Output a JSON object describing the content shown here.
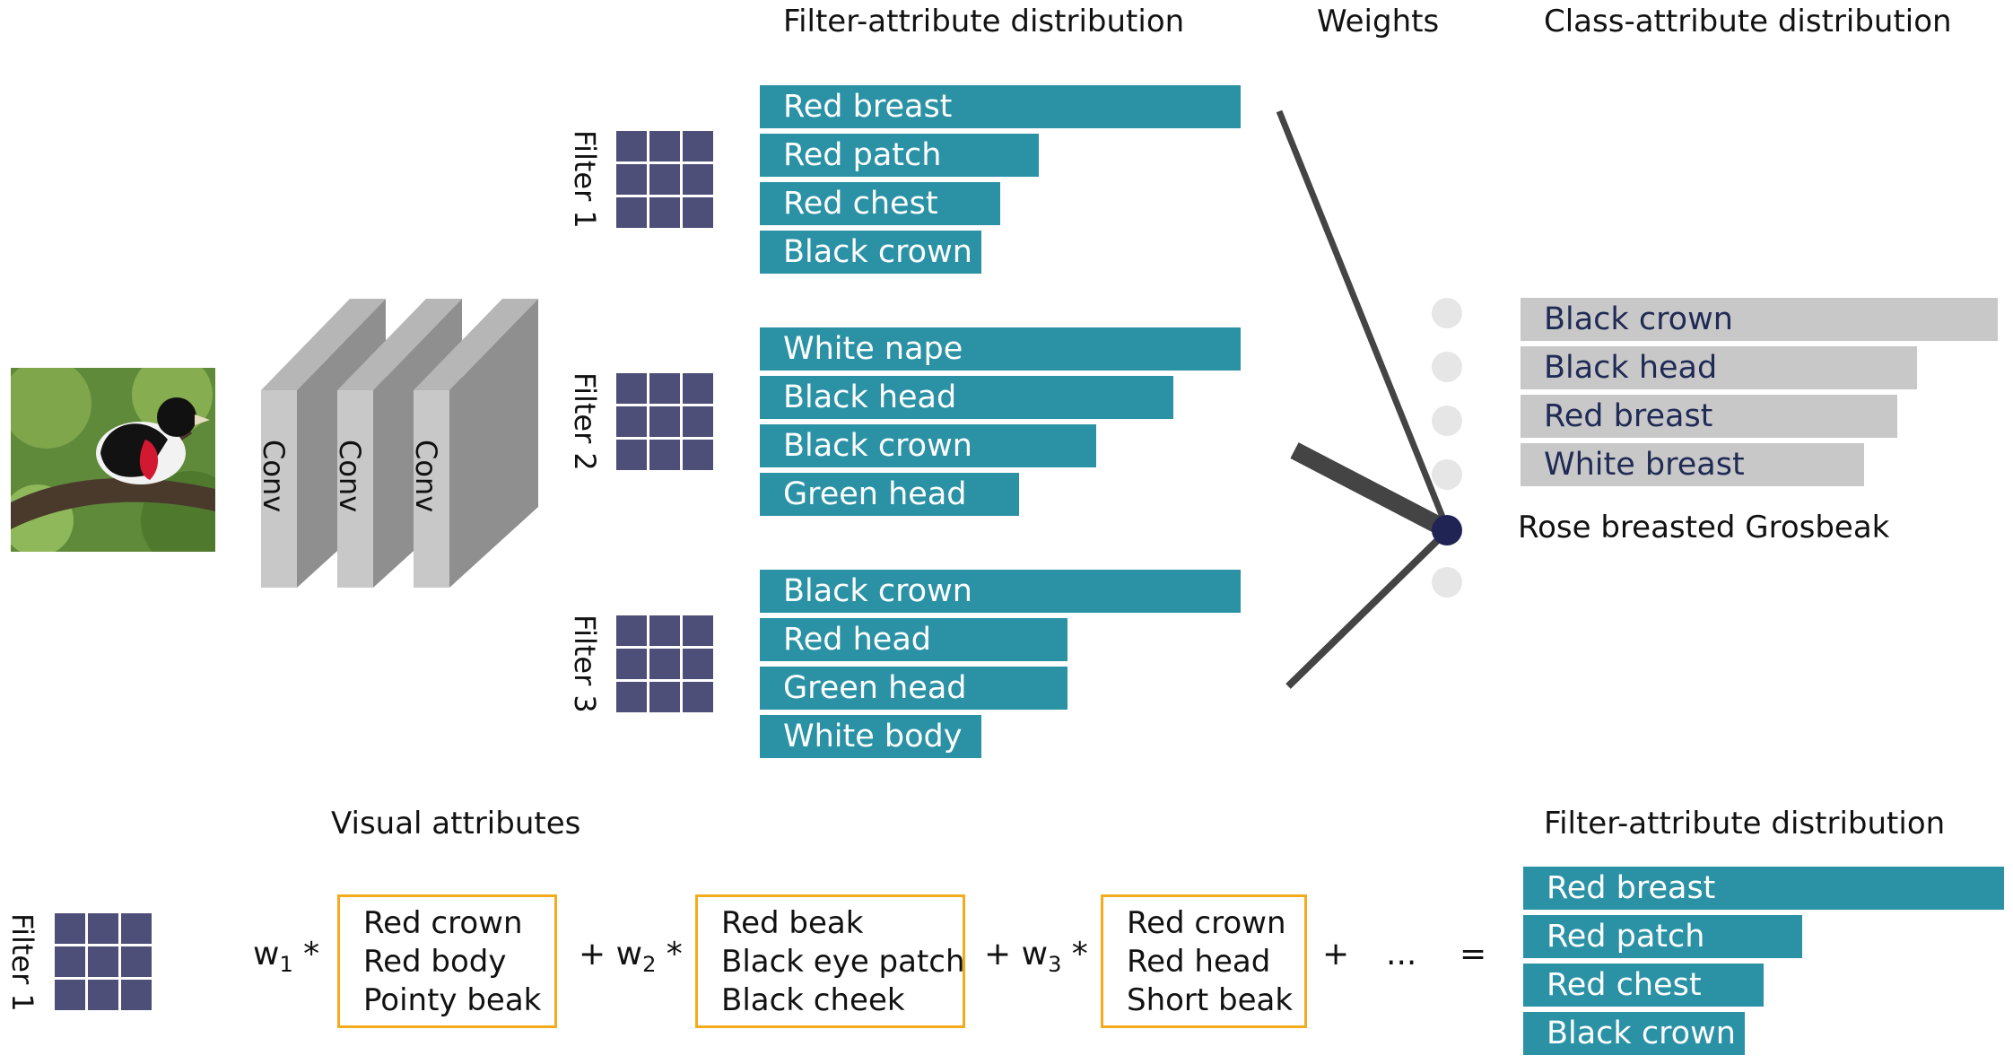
{
  "headers": {
    "filter_attr": "Filter-attribute distribution",
    "weights": "Weights",
    "class_attr": "Class-attribute distribution",
    "visual_attrs": "Visual attributes",
    "filter_attr_bottom": "Filter-attribute distribution"
  },
  "conv_labels": [
    "Conv",
    "Conv",
    "Conv"
  ],
  "filters": [
    {
      "label": "Filter 1",
      "bars": [
        {
          "text": "Red breast",
          "value": 1.0
        },
        {
          "text": "Red patch",
          "value": 0.58
        },
        {
          "text": "Red chest",
          "value": 0.5
        },
        {
          "text": "Black crown",
          "value": 0.46
        }
      ]
    },
    {
      "label": "Filter 2",
      "bars": [
        {
          "text": "White nape",
          "value": 1.0
        },
        {
          "text": "Black head",
          "value": 0.86
        },
        {
          "text": "Black crown",
          "value": 0.7
        },
        {
          "text": "Green head",
          "value": 0.54
        }
      ]
    },
    {
      "label": "Filter 3",
      "bars": [
        {
          "text": "Black crown",
          "value": 1.0
        },
        {
          "text": "Red head",
          "value": 0.64
        },
        {
          "text": "Green head",
          "value": 0.64
        },
        {
          "text": "White body",
          "value": 0.46
        }
      ]
    }
  ],
  "class_attrs": [
    {
      "text": "Black crown",
      "value": 1.0
    },
    {
      "text": "Black head",
      "value": 0.83
    },
    {
      "text": "Red breast",
      "value": 0.79
    },
    {
      "text": "White breast",
      "value": 0.72
    }
  ],
  "class_name": "Rose breasted Grosbeak",
  "colors": {
    "teal": "#2b92a6",
    "grey_bar": "#c8c8c8",
    "grid": "#4d4f78",
    "node": "#1f2455",
    "node_inactive": "#e6e6e6",
    "box_border": "#f2ab1c",
    "line": "#444444"
  },
  "bottom": {
    "filter_label": "Filter 1",
    "terms": [
      {
        "prefix": "w",
        "sub": "1",
        "suffix": " *",
        "attrs": [
          "Red crown",
          "Red body",
          "Pointy beak"
        ]
      },
      {
        "prefix": "+ w",
        "sub": "2",
        "suffix": " *",
        "attrs": [
          "Red beak",
          "Black eye patch",
          "Black cheek"
        ]
      },
      {
        "prefix": "+ w",
        "sub": "3",
        "suffix": " *",
        "attrs": [
          "Red crown",
          "Red head",
          "Short beak"
        ]
      }
    ],
    "plus": "+",
    "ellipsis": "...",
    "equals": "=",
    "result_bars": [
      {
        "text": "Red breast",
        "value": 1.0
      },
      {
        "text": "Red patch",
        "value": 0.58
      },
      {
        "text": "Red chest",
        "value": 0.5
      },
      {
        "text": "Black crown",
        "value": 0.46
      }
    ]
  }
}
